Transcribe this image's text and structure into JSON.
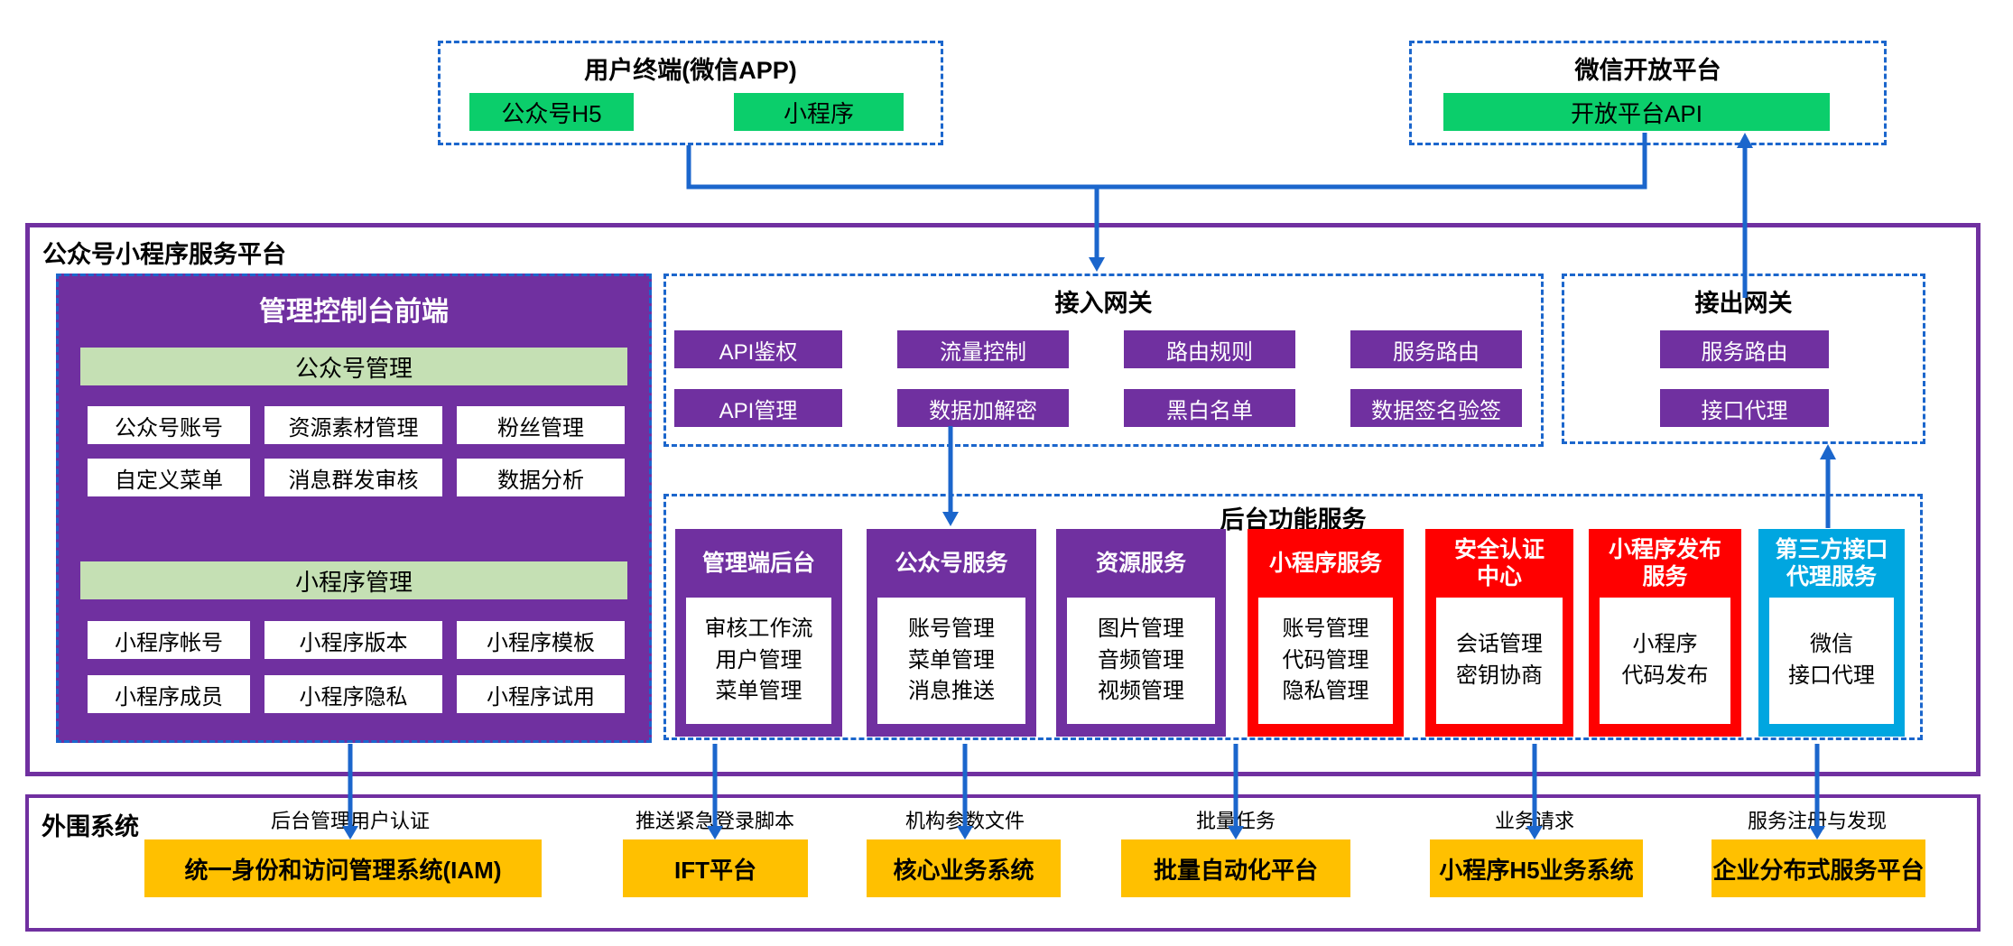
{
  "colors": {
    "purple": "#7030A0",
    "bright_green": "#0BCE6B",
    "light_green": "#C5E0B4",
    "red": "#FF0000",
    "cyan_blue": "#00A6E0",
    "orange": "#FFC000",
    "connector_blue": "#1B66CC"
  },
  "top": {
    "user_terminal": {
      "title": "用户终端(微信APP)",
      "items": [
        "公众号H5",
        "小程序"
      ]
    },
    "wechat_open": {
      "title": "微信开放平台",
      "api": "开放平台API"
    }
  },
  "platform": {
    "title": "公众号小程序服务平台",
    "console": {
      "title": "管理控制台前端",
      "sections": [
        {
          "header": "公众号管理",
          "items": [
            "公众号账号",
            "资源素材管理",
            "粉丝管理",
            "自定义菜单",
            "消息群发审核",
            "数据分析"
          ]
        },
        {
          "header": "小程序管理",
          "items": [
            "小程序帐号",
            "小程序版本",
            "小程序模板",
            "小程序成员",
            "小程序隐私",
            "小程序试用"
          ]
        }
      ]
    },
    "ingress_gateway": {
      "title": "接入网关",
      "items": [
        "API鉴权",
        "流量控制",
        "路由规则",
        "服务路由",
        "API管理",
        "数据加解密",
        "黑白名单",
        "数据签名验签"
      ]
    },
    "egress_gateway": {
      "title": "接出网关",
      "items": [
        "服务路由",
        "接口代理"
      ]
    },
    "backend": {
      "title": "后台功能服务",
      "columns": [
        {
          "title_lines": [
            "管理端后台"
          ],
          "color": "purple",
          "items": [
            "审核工作流",
            "用户管理",
            "菜单管理"
          ]
        },
        {
          "title_lines": [
            "公众号服务"
          ],
          "color": "purple",
          "items": [
            "账号管理",
            "菜单管理",
            "消息推送"
          ]
        },
        {
          "title_lines": [
            "资源服务"
          ],
          "color": "purple",
          "items": [
            "图片管理",
            "音频管理",
            "视频管理"
          ]
        },
        {
          "title_lines": [
            "小程序服务"
          ],
          "color": "red",
          "items": [
            "账号管理",
            "代码管理",
            "隐私管理"
          ]
        },
        {
          "title_lines": [
            "安全认证",
            "中心"
          ],
          "color": "red",
          "items": [
            "会话管理",
            "密钥协商"
          ]
        },
        {
          "title_lines": [
            "小程序发布",
            "服务"
          ],
          "color": "red",
          "items": [
            "小程序",
            "代码发布"
          ]
        },
        {
          "title_lines": [
            "第三方接口",
            "代理服务"
          ],
          "color": "blue",
          "items": [
            "微信",
            "接口代理"
          ]
        }
      ]
    }
  },
  "peripheral": {
    "title": "外围系统",
    "systems": [
      {
        "label": "后台管理用户认证",
        "name": "统一身份和访问管理系统(IAM)"
      },
      {
        "label": "推送紧急登录脚本",
        "name": "IFT平台"
      },
      {
        "label": "机构参数文件",
        "name": "核心业务系统"
      },
      {
        "label": "批量任务",
        "name": "批量自动化平台"
      },
      {
        "label": "业务请求",
        "name": "小程序H5业务系统"
      },
      {
        "label": "服务注册与发现",
        "name": "企业分布式服务平台"
      }
    ]
  }
}
